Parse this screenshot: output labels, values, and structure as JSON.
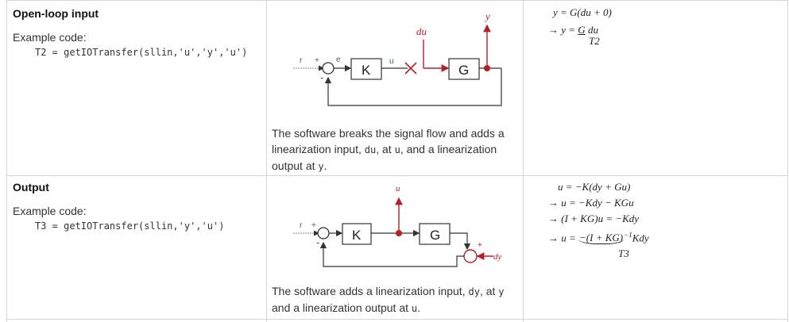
{
  "rows": [
    {
      "title": "Open-loop input",
      "example_label": "Example code:",
      "code": "T2 = getIOTransfer(sllin,'u','y','u')",
      "caption_parts": [
        "The software breaks the signal flow and adds a linearization input, ",
        "du",
        ", at ",
        "u",
        ", and a linearization output at ",
        "y",
        "."
      ],
      "diagram": {
        "block_k": "K",
        "block_g": "G",
        "sig_r": "r",
        "sig_e": "e",
        "sig_u": "u",
        "plus": "+",
        "minus": "-",
        "input_label": "du",
        "output_label": "y"
      },
      "equations": {
        "line1": "y = G(du + 0)",
        "line2_prefix": "→ y = ",
        "line2_numer": "G",
        "line2_rest": "du",
        "line2_denom": "T2"
      }
    },
    {
      "title": "Output",
      "example_label": "Example code:",
      "code": "T3 = getIOTransfer(sllin,'y','u')",
      "caption_parts": [
        "The software adds a linearization input, ",
        "dy",
        ", at ",
        "y",
        " and a linearization output at ",
        "u",
        "."
      ],
      "diagram": {
        "block_k": "K",
        "block_g": "G",
        "sig_r": "r",
        "plus": "+",
        "minus": "-",
        "input_label": "dy",
        "output_label": "u"
      },
      "equations": {
        "line1": "u = −K(dy + Gu)",
        "line2": "→ u = −Kdy − KGu",
        "line3": "→ (I + KG)u = −Kdy",
        "line4_prefix": "→ u = ",
        "line4_braced": "−(I + KG)",
        "line4_sup": "−1",
        "line4_rest": "Kdy",
        "line4_under": "T3"
      }
    }
  ],
  "colors": {
    "signal_red": "#b5202a",
    "border": "#d6d6d6"
  }
}
